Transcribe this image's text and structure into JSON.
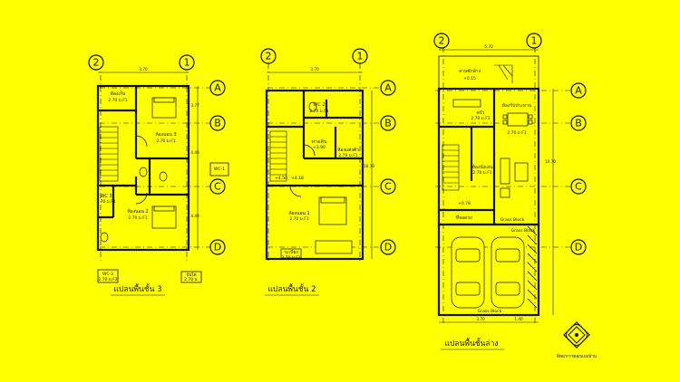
{
  "plans": [
    {
      "title": "แปลนพื้นชั้น 3",
      "grid_top": [
        "2",
        "1"
      ],
      "grid_side": [
        "A",
        "B",
        "C",
        "D"
      ],
      "rooms": [
        {
          "name": "ห้องเก็บ",
          "tag": "2.70 ม.F1"
        },
        {
          "name": "ห้องนอน 3",
          "tag": "2.70 ม.F1"
        },
        {
          "name": "ห้องนอน 2",
          "tag": "2.70 ม.F1"
        },
        {
          "name": "WC 3",
          "tag": "2.70 ม.F1"
        }
      ],
      "dims": [
        "3.70",
        "3.77",
        "4.40",
        "4.40"
      ],
      "side_note": "WC-1",
      "legend_left": "WC-3",
      "legend_left_sub": "2.70 ม.F2",
      "legend_right": "บันได",
      "legend_right_sub": "2.70 ม."
    },
    {
      "title": "แปลนพื้นชั้น 2",
      "grid_top": [
        "2",
        "1"
      ],
      "grid_side": [
        "A",
        "B",
        "C",
        "D"
      ],
      "rooms": [
        {
          "name": "WC 2",
          "tag": "2.70 ม.F1"
        },
        {
          "name": "ทางเดิน",
          "tag": "+3.90"
        },
        {
          "name": "ห้องนอน 1",
          "tag": "2.70 ม.F1"
        },
        {
          "name": "ห้องแต่งตัว",
          "tag": "2.70 ม.F1"
        },
        {
          "name": "ระเบียง",
          "tag": "2.70 ม.F1"
        }
      ],
      "dims": [
        "3.70",
        "10.70",
        "+4.50",
        "+4.18"
      ]
    },
    {
      "title": "แปลนพื้นชั้นล่าง",
      "grid_top": [
        "2",
        "1"
      ],
      "grid_side": [
        "A",
        "B",
        "C",
        "D"
      ],
      "rooms": [
        {
          "name": "ครัว",
          "tag": "2.70 ม.F1"
        },
        {
          "name": "ห้องรับประทาน",
          "tag": "2.70 ม.F1"
        },
        {
          "name": "ห้องนั่งเล่น",
          "tag": "2.70 ม.F1"
        },
        {
          "name": "ลานซักล้าง",
          "tag": "+0.15"
        },
        {
          "name": "ที่จอดรถ",
          "tag": "+0.78"
        }
      ],
      "labels": [
        "Grass Block",
        "Grass Block",
        "Grass Block"
      ],
      "dims": [
        "5.70",
        "10.70",
        "3.70",
        "1.40"
      ]
    }
  ],
  "logo": {
    "caption": "พิทยาการออกแบบบ้าน"
  }
}
